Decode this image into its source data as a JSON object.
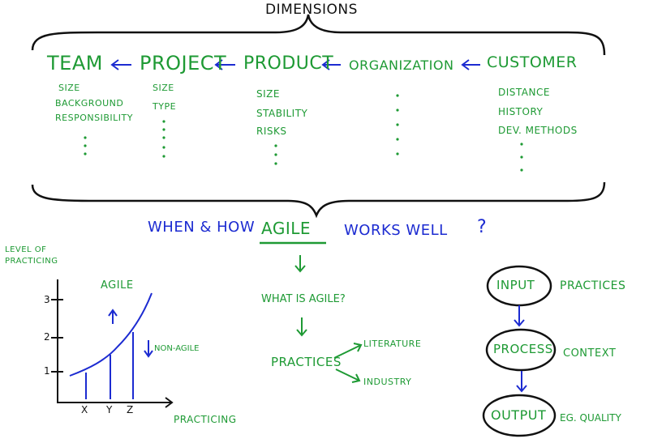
{
  "top": {
    "title": "Dimensions",
    "dimensions": [
      {
        "name": "Team",
        "attributes": [
          "Size",
          "Background",
          "Responsibility"
        ]
      },
      {
        "name": "Project",
        "attributes": [
          "Size",
          "Type"
        ]
      },
      {
        "name": "Product",
        "attributes": [
          "Size",
          "Stability",
          "Risks"
        ]
      },
      {
        "name": "Organization",
        "attributes": []
      },
      {
        "name": "Customer",
        "attributes": [
          "Distance",
          "History",
          "Dev. Methods"
        ]
      }
    ]
  },
  "question": {
    "prefix": "When & How",
    "keyword": "Agile",
    "suffix": "Works Well",
    "mark": "?"
  },
  "graph": {
    "y_label_line1": "Level of",
    "y_label_line2": "Practicing",
    "y_ticks": [
      "1",
      "2",
      "3"
    ],
    "x_ticks": [
      "X",
      "Y",
      "Z"
    ],
    "x_label": "Practicing",
    "agile_label": "Agile",
    "non_agile_label": "Non-Agile"
  },
  "middle": {
    "what_is": "What is Agile?",
    "practices": "Practices",
    "literature": "Literature",
    "industry": "Industry"
  },
  "model": {
    "input": "Input",
    "process": "Process",
    "output": "Output",
    "input_note": "Practices",
    "process_note": "Context",
    "output_note": "Eg. Quality"
  },
  "colors": {
    "green": "#1e9a34",
    "blue": "#1c2bd1",
    "black": "#111111"
  }
}
